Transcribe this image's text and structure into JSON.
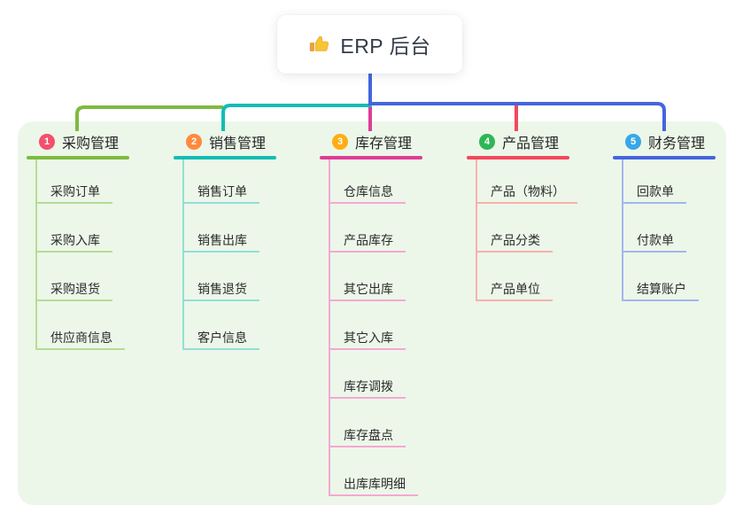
{
  "root": {
    "label": "ERP 后台",
    "icon": "thumbs-up-icon",
    "connector_color": "#4565df",
    "box_bg": "#ffffff",
    "text_color": "#333b49"
  },
  "panel": {
    "bg_color": "#ecf7e9"
  },
  "columns": [
    {
      "num": "1",
      "title": "采购管理",
      "badge_color": "#f4506b",
      "line_color": "#7eba40",
      "light_color": "#b6dc95",
      "items": [
        "采购订单",
        "采购入库",
        "采购退货",
        "供应商信息"
      ]
    },
    {
      "num": "2",
      "title": "销售管理",
      "badge_color": "#ff8a3d",
      "line_color": "#12bdb4",
      "light_color": "#94ded7",
      "items": [
        "销售订单",
        "销售出库",
        "销售退货",
        "客户信息"
      ]
    },
    {
      "num": "3",
      "title": "库存管理",
      "badge_color": "#ffae13",
      "line_color": "#df3c96",
      "light_color": "#f5a8d2",
      "items": [
        "仓库信息",
        "产品库存",
        "其它出库",
        "其它入库",
        "库存调拨",
        "库存盘点",
        "出库库明细"
      ]
    },
    {
      "num": "4",
      "title": "产品管理",
      "badge_color": "#2eb757",
      "line_color": "#f4475c",
      "light_color": "#f9b0ab",
      "items": [
        "产品（物料）",
        "产品分类",
        "产品单位"
      ]
    },
    {
      "num": "5",
      "title": "财务管理",
      "badge_color": "#38a7e9",
      "line_color": "#4565df",
      "light_color": "#a4b5ec",
      "items": [
        "回款单",
        "付款单",
        "结算账户"
      ]
    }
  ]
}
